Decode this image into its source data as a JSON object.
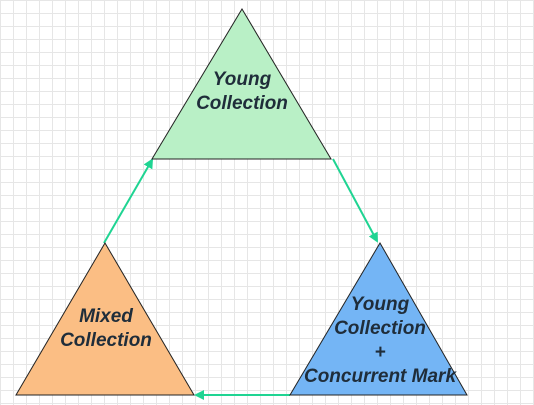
{
  "colors": {
    "young": "#b9f0c6",
    "concurrent": "#74b5f5",
    "mixed": "#fbbe84",
    "arrow": "#1fd492",
    "outline": "#222222",
    "text": "#1f2d3a"
  },
  "nodes": {
    "young_collection": {
      "line1": "Young",
      "line2": "Collection"
    },
    "young_concurrent": {
      "line1": "Young",
      "line2": "Collection",
      "line3": "+",
      "line4": "Concurrent Mark"
    },
    "mixed_collection": {
      "line1": "Mixed",
      "line2": "Collection"
    }
  }
}
